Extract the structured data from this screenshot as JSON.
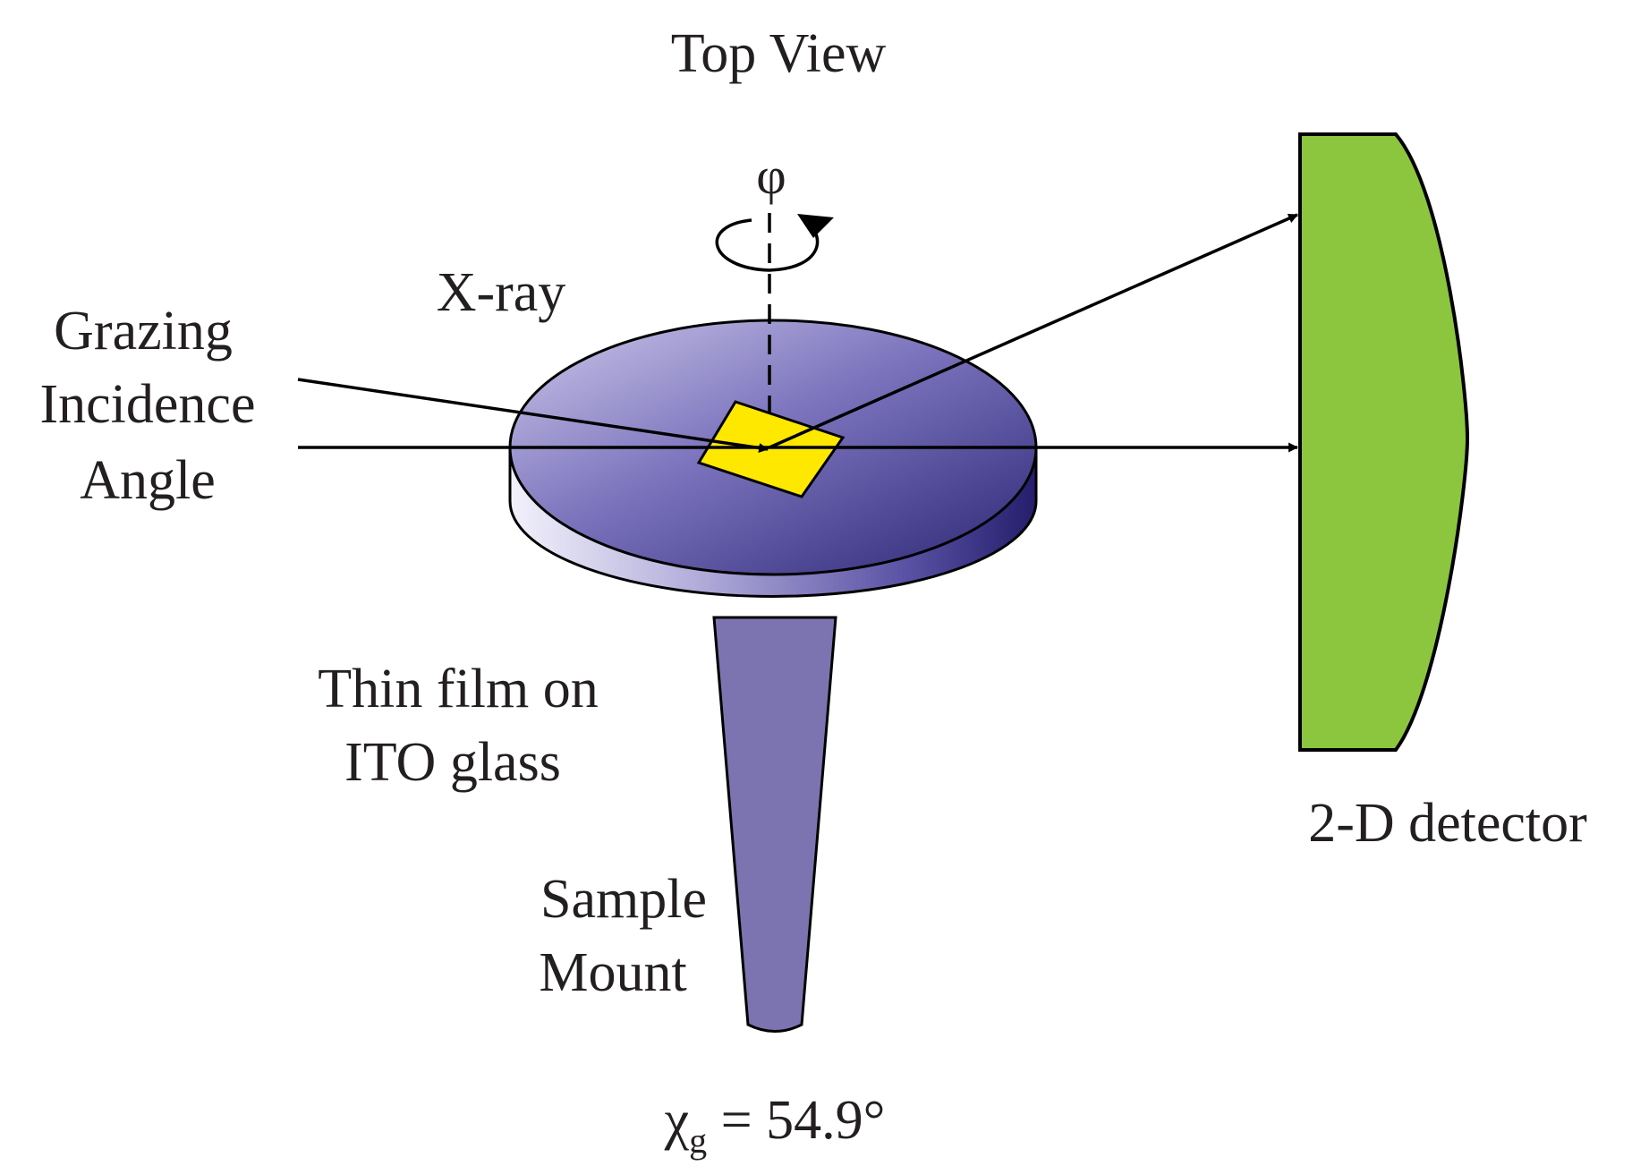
{
  "labels": {
    "top_view": "Top View",
    "phi": "φ",
    "xray": "X-ray",
    "grazing_line1": "Grazing",
    "grazing_line2": "Incidence",
    "grazing_line3": "Angle",
    "thin_film_line1": "Thin film on",
    "thin_film_line2": "ITO glass",
    "sample_line1": "Sample",
    "sample_line2": "Mount",
    "detector": "2-D detector",
    "chi_symbol": "χ",
    "chi_subscript": "g",
    "chi_value": " = 54.9°"
  },
  "colors": {
    "stroke": "#000000",
    "text": "#231f20",
    "disk_light": "#c4c0e4",
    "disk_dark": "#2e2878",
    "mount": "#7b74b0",
    "film": "#ffe800",
    "detector": "#8cc63f"
  }
}
